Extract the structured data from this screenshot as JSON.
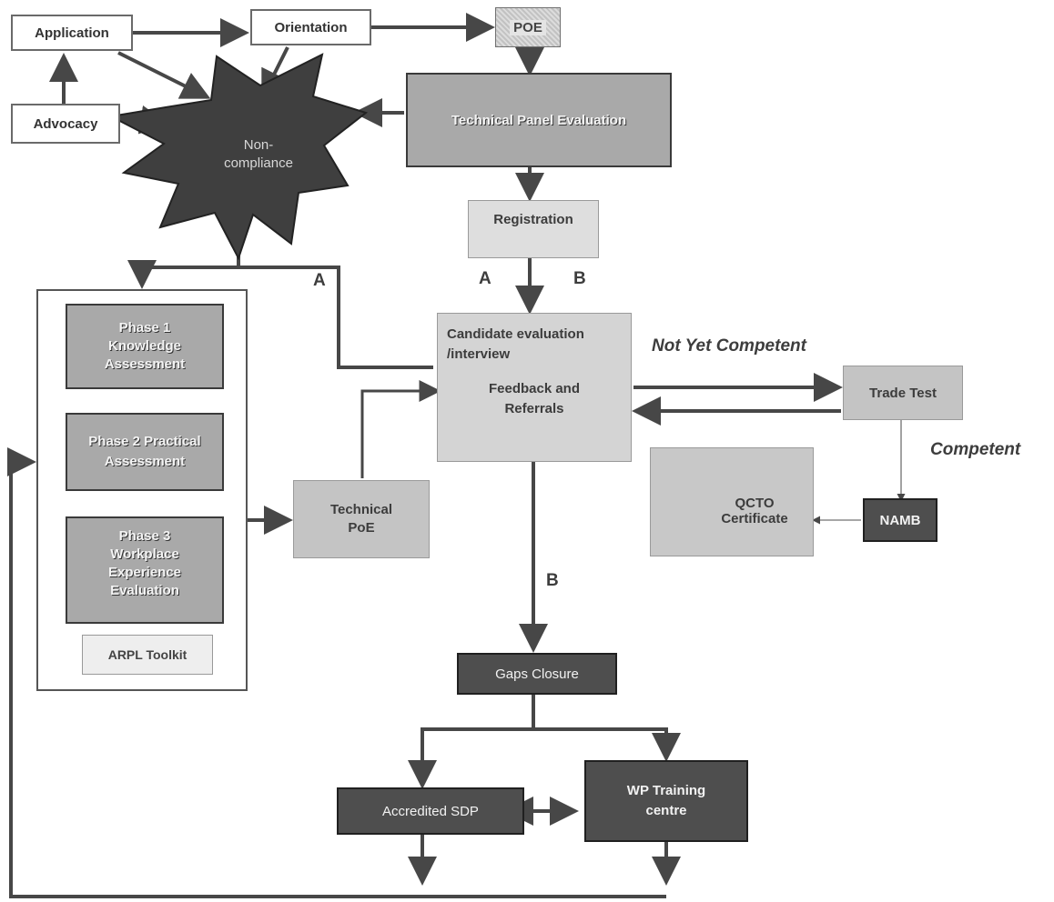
{
  "nodes": {
    "application": "Application",
    "orientation": "Orientation",
    "poe": "POE",
    "advocacy": "Advocacy",
    "non_compliance": [
      "Non-",
      "compliance"
    ],
    "technical_panel_evaluation": "Technical Panel Evaluation",
    "registration": "Registration",
    "candidate_evaluation": [
      "Candidate evaluation",
      "/interview"
    ],
    "feedback_referrals": [
      "Feedback and",
      "Referrals"
    ],
    "trade_test": "Trade Test",
    "namb": "NAMB",
    "qcto_certificate": [
      "QCTO",
      "Certificate"
    ],
    "phase1": [
      "Phase 1",
      "Knowledge",
      "Assessment"
    ],
    "phase2": [
      "Phase 2 Practical",
      "Assessment"
    ],
    "phase3": [
      "Phase 3",
      "Workplace",
      "Experience",
      "Evaluation"
    ],
    "arpl_toolkit": "ARPL Toolkit",
    "technical_poe": [
      "Technical",
      "PoE"
    ],
    "gaps_closure": "Gaps Closure",
    "accredited_sdp": "Accredited SDP",
    "wp_training_centre": [
      "WP Training",
      "centre"
    ]
  },
  "labels": {
    "path_a_left": "A",
    "path_a_center": "A",
    "path_b_center": "B",
    "path_b_lower": "B",
    "not_yet_competent": "Not Yet Competent",
    "competent": "Competent"
  },
  "colors": {
    "arrow": "#474747",
    "box_grey": "#a9a9a9",
    "box_dark": "#4e4e4e",
    "star": "#3f3f3f"
  }
}
